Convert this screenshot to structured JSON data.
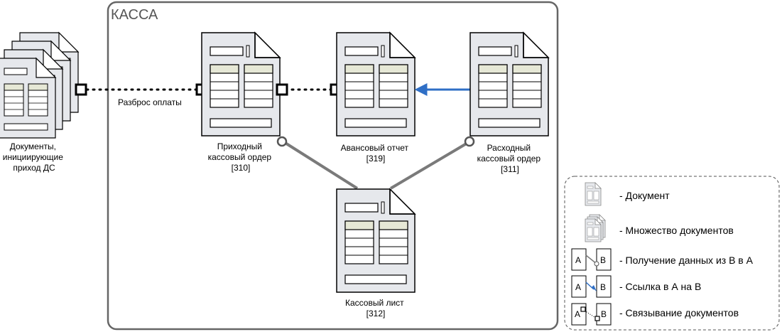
{
  "kassa_title": "КАССА",
  "colors": {
    "doc_fill": "#e6e8ec",
    "doc_stroke": "#000000",
    "header_fill": "#e6e8d6",
    "link_arrow": "#2f6fc6",
    "data_line": "#7a7a7a",
    "frame": "#666666",
    "dashed": "#555555"
  },
  "documents": {
    "initiating": {
      "lines": [
        "Документы,",
        "инициирующие",
        "приход ДС"
      ]
    },
    "prihod": {
      "lines": [
        "Приходный",
        "кассовый ордер",
        "[310]"
      ]
    },
    "avans": {
      "lines": [
        "Авансовый отчет",
        "[319]"
      ]
    },
    "rashod": {
      "lines": [
        "Расходный",
        "кассовый ордер",
        "[311]"
      ]
    },
    "kass_list": {
      "lines": [
        "Кассовый лист",
        "[312]"
      ]
    }
  },
  "connections": {
    "payment_spread": "Разброс оплаты"
  },
  "legend": {
    "items": [
      {
        "icon": "document-icon",
        "label": "- Документ"
      },
      {
        "icon": "documents-stack-icon",
        "label": "- Множество документов"
      },
      {
        "icon": "data-link-icon",
        "label": "- Получение данных из B в A",
        "a": "A",
        "b": "B"
      },
      {
        "icon": "reference-arrow-icon",
        "label": "- Ссылка в А на В",
        "a": "A",
        "b": "B"
      },
      {
        "icon": "binding-icon",
        "label": "- Связывание документов",
        "a": "A",
        "b": "B"
      }
    ]
  }
}
